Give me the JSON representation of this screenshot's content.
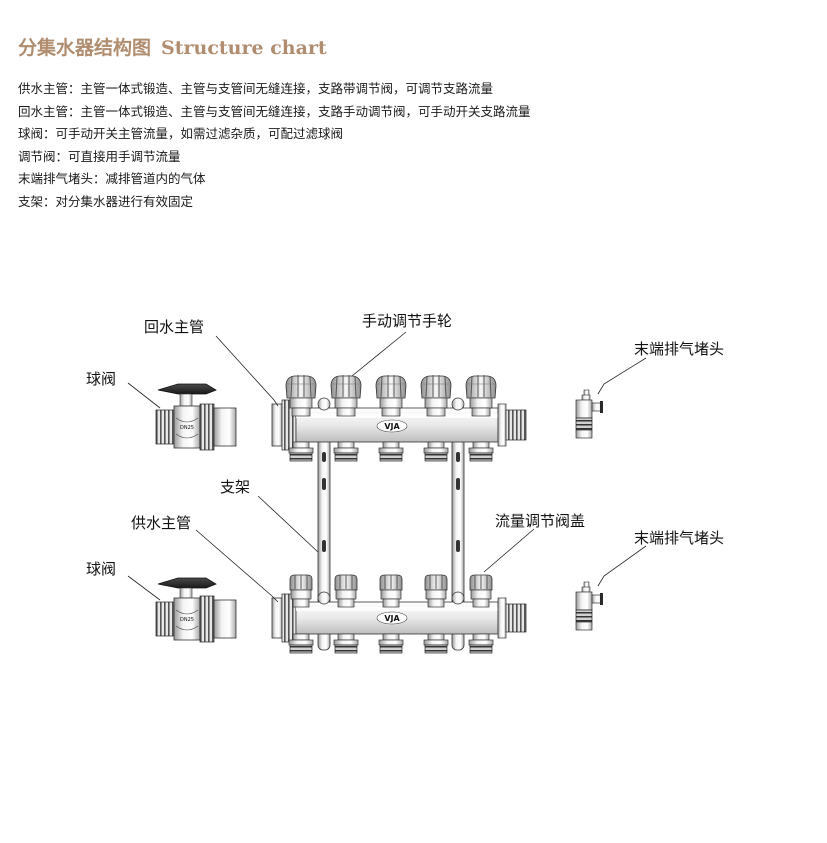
{
  "header": {
    "title_cn": "分集水器结构图",
    "title_en": "Structure chart",
    "accent_color": "#b08d6e"
  },
  "descriptions": [
    "供水主管：主管一体式锻造、主管与支管间无缝连接，支路带调节阀，可调节支路流量",
    "回水主管：主管一体式锻造、主管与支管间无缝连接，支路手动调节阀，可手动开关支路流量",
    "球阀：可手动开关主管流量，如需过滤杂质，可配过滤球阀",
    "调节阀：可直接用手调节流量",
    "末端排气堵头：减排管道内的气体",
    "支架：对分集水器进行有效固定"
  ],
  "labels": {
    "return_main": "回水主管",
    "hand_wheel": "手动调节手轮",
    "end_cap_top": "末端排气堵头",
    "ball_valve_top": "球阀",
    "bracket": "支架",
    "supply_main": "供水主管",
    "flow_cap": "流量调节阀盖",
    "end_cap_bottom": "末端排气堵头",
    "ball_valve_bottom": "球阀"
  },
  "brand_mark": "VJA",
  "valve_mark": "DN25"
}
